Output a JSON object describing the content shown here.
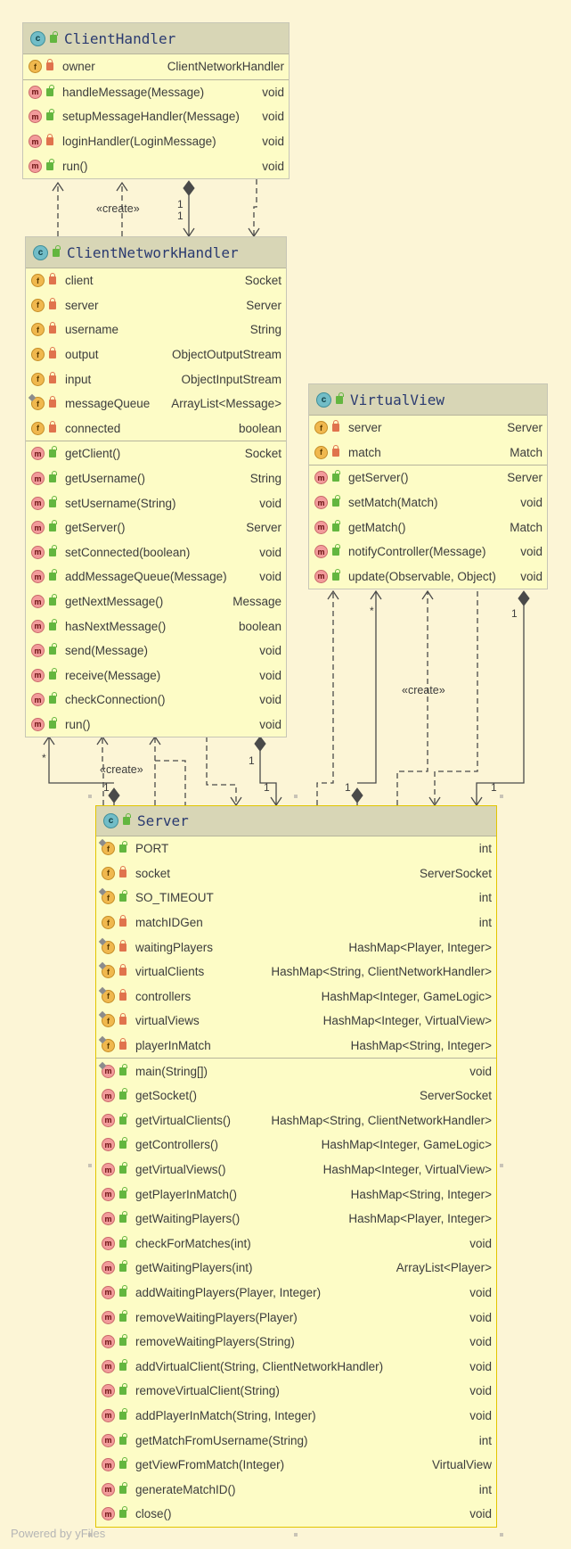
{
  "colors": {
    "background": "#fcf5d6",
    "class_body": "#fdfcc6",
    "class_header": "#d8d6b6",
    "selection": "#e2c500",
    "field_badge": "#f0b84e",
    "method_badge": "#f29b9b",
    "class_badge": "#72bdc7",
    "public_icon": "#63b63f",
    "private_icon": "#e0734d",
    "edge": "#4a4a4a"
  },
  "badge_letters": {
    "class": "c",
    "field": "f",
    "method": "m"
  },
  "classes": {
    "client_handler": {
      "name": "ClientHandler",
      "fields": [
        {
          "name": "owner",
          "type": "ClientNetworkHandler",
          "visibility": "private",
          "static": false
        }
      ],
      "methods": [
        {
          "name": "handleMessage(Message)",
          "type": "void",
          "visibility": "public",
          "static": false
        },
        {
          "name": "setupMessageHandler(Message)",
          "type": "void",
          "visibility": "public",
          "static": false
        },
        {
          "name": "loginHandler(LoginMessage)",
          "type": "void",
          "visibility": "private",
          "static": false
        },
        {
          "name": "run()",
          "type": "void",
          "visibility": "public",
          "static": false
        }
      ]
    },
    "client_network_handler": {
      "name": "ClientNetworkHandler",
      "fields": [
        {
          "name": "client",
          "type": "Socket",
          "visibility": "private",
          "static": false
        },
        {
          "name": "server",
          "type": "Server",
          "visibility": "private",
          "static": false
        },
        {
          "name": "username",
          "type": "String",
          "visibility": "private",
          "static": false
        },
        {
          "name": "output",
          "type": "ObjectOutputStream",
          "visibility": "private",
          "static": false
        },
        {
          "name": "input",
          "type": "ObjectInputStream",
          "visibility": "private",
          "static": false
        },
        {
          "name": "messageQueue",
          "type": "ArrayList<Message>",
          "visibility": "private",
          "static": true
        },
        {
          "name": "connected",
          "type": "boolean",
          "visibility": "private",
          "static": false
        }
      ],
      "methods": [
        {
          "name": "getClient()",
          "type": "Socket",
          "visibility": "public",
          "static": false
        },
        {
          "name": "getUsername()",
          "type": "String",
          "visibility": "public",
          "static": false
        },
        {
          "name": "setUsername(String)",
          "type": "void",
          "visibility": "public",
          "static": false
        },
        {
          "name": "getServer()",
          "type": "Server",
          "visibility": "public",
          "static": false
        },
        {
          "name": "setConnected(boolean)",
          "type": "void",
          "visibility": "public",
          "static": false
        },
        {
          "name": "addMessageQueue(Message)",
          "type": "void",
          "visibility": "public",
          "static": false
        },
        {
          "name": "getNextMessage()",
          "type": "Message",
          "visibility": "public",
          "static": false
        },
        {
          "name": "hasNextMessage()",
          "type": "boolean",
          "visibility": "public",
          "static": false
        },
        {
          "name": "send(Message)",
          "type": "void",
          "visibility": "public",
          "static": false
        },
        {
          "name": "receive(Message)",
          "type": "void",
          "visibility": "public",
          "static": false
        },
        {
          "name": "checkConnection()",
          "type": "void",
          "visibility": "public",
          "static": false
        },
        {
          "name": "run()",
          "type": "void",
          "visibility": "public",
          "static": false
        }
      ]
    },
    "virtual_view": {
      "name": "VirtualView",
      "fields": [
        {
          "name": "server",
          "type": "Server",
          "visibility": "private",
          "static": false
        },
        {
          "name": "match",
          "type": "Match",
          "visibility": "private",
          "static": false
        }
      ],
      "methods": [
        {
          "name": "getServer()",
          "type": "Server",
          "visibility": "public",
          "static": false
        },
        {
          "name": "setMatch(Match)",
          "type": "void",
          "visibility": "public",
          "static": false
        },
        {
          "name": "getMatch()",
          "type": "Match",
          "visibility": "public",
          "static": false
        },
        {
          "name": "notifyController(Message)",
          "type": "void",
          "visibility": "public",
          "static": false
        },
        {
          "name": "update(Observable, Object)",
          "type": "void",
          "visibility": "public",
          "static": false
        }
      ]
    },
    "server": {
      "name": "Server",
      "fields": [
        {
          "name": "PORT",
          "type": "int",
          "visibility": "public",
          "static": true
        },
        {
          "name": "socket",
          "type": "ServerSocket",
          "visibility": "private",
          "static": false
        },
        {
          "name": "SO_TIMEOUT",
          "type": "int",
          "visibility": "public",
          "static": true
        },
        {
          "name": "matchIDGen",
          "type": "int",
          "visibility": "private",
          "static": false
        },
        {
          "name": "waitingPlayers",
          "type": "HashMap<Player, Integer>",
          "visibility": "private",
          "static": true
        },
        {
          "name": "virtualClients",
          "type": "HashMap<String, ClientNetworkHandler>",
          "visibility": "private",
          "static": true
        },
        {
          "name": "controllers",
          "type": "HashMap<Integer, GameLogic>",
          "visibility": "private",
          "static": true
        },
        {
          "name": "virtualViews",
          "type": "HashMap<Integer, VirtualView>",
          "visibility": "private",
          "static": true
        },
        {
          "name": "playerInMatch",
          "type": "HashMap<String, Integer>",
          "visibility": "private",
          "static": true
        }
      ],
      "methods": [
        {
          "name": "main(String[])",
          "type": "void",
          "visibility": "public",
          "static": true
        },
        {
          "name": "getSocket()",
          "type": "ServerSocket",
          "visibility": "public",
          "static": false
        },
        {
          "name": "getVirtualClients()",
          "type": "HashMap<String, ClientNetworkHandler>",
          "visibility": "public",
          "static": false
        },
        {
          "name": "getControllers()",
          "type": "HashMap<Integer, GameLogic>",
          "visibility": "public",
          "static": false
        },
        {
          "name": "getVirtualViews()",
          "type": "HashMap<Integer, VirtualView>",
          "visibility": "public",
          "static": false
        },
        {
          "name": "getPlayerInMatch()",
          "type": "HashMap<String, Integer>",
          "visibility": "public",
          "static": false
        },
        {
          "name": "getWaitingPlayers()",
          "type": "HashMap<Player, Integer>",
          "visibility": "public",
          "static": false
        },
        {
          "name": "checkForMatches(int)",
          "type": "void",
          "visibility": "public",
          "static": false
        },
        {
          "name": "getWaitingPlayers(int)",
          "type": "ArrayList<Player>",
          "visibility": "public",
          "static": false
        },
        {
          "name": "addWaitingPlayers(Player, Integer)",
          "type": "void",
          "visibility": "public",
          "static": false
        },
        {
          "name": "removeWaitingPlayers(Player)",
          "type": "void",
          "visibility": "public",
          "static": false
        },
        {
          "name": "removeWaitingPlayers(String)",
          "type": "void",
          "visibility": "public",
          "static": false
        },
        {
          "name": "addVirtualClient(String, ClientNetworkHandler)",
          "type": "void",
          "visibility": "public",
          "static": false
        },
        {
          "name": "removeVirtualClient(String)",
          "type": "void",
          "visibility": "public",
          "static": false
        },
        {
          "name": "addPlayerInMatch(String, Integer)",
          "type": "void",
          "visibility": "public",
          "static": false
        },
        {
          "name": "getMatchFromUsername(String)",
          "type": "int",
          "visibility": "public",
          "static": false
        },
        {
          "name": "getViewFromMatch(Integer)",
          "type": "VirtualView",
          "visibility": "public",
          "static": false
        },
        {
          "name": "generateMatchID()",
          "type": "int",
          "visibility": "public",
          "static": false
        },
        {
          "name": "close()",
          "type": "void",
          "visibility": "public",
          "static": false
        }
      ]
    }
  },
  "edge_labels": {
    "create_top": "«create»",
    "create_left": "«create»",
    "create_right": "«create»"
  },
  "multiplicities": {
    "ch_cnh_top": "1",
    "ch_cnh_bottom": "1",
    "cnh_server_star": "*",
    "cnh_server_one": "1",
    "cnh_server_one_b": "1",
    "cnh_server_one_c": "1",
    "vv_server_star": "*",
    "vv_server_one": "1",
    "vv_server_one_b": "1",
    "vv_server_one_c": "1"
  },
  "watermark": "Powered by yFiles"
}
